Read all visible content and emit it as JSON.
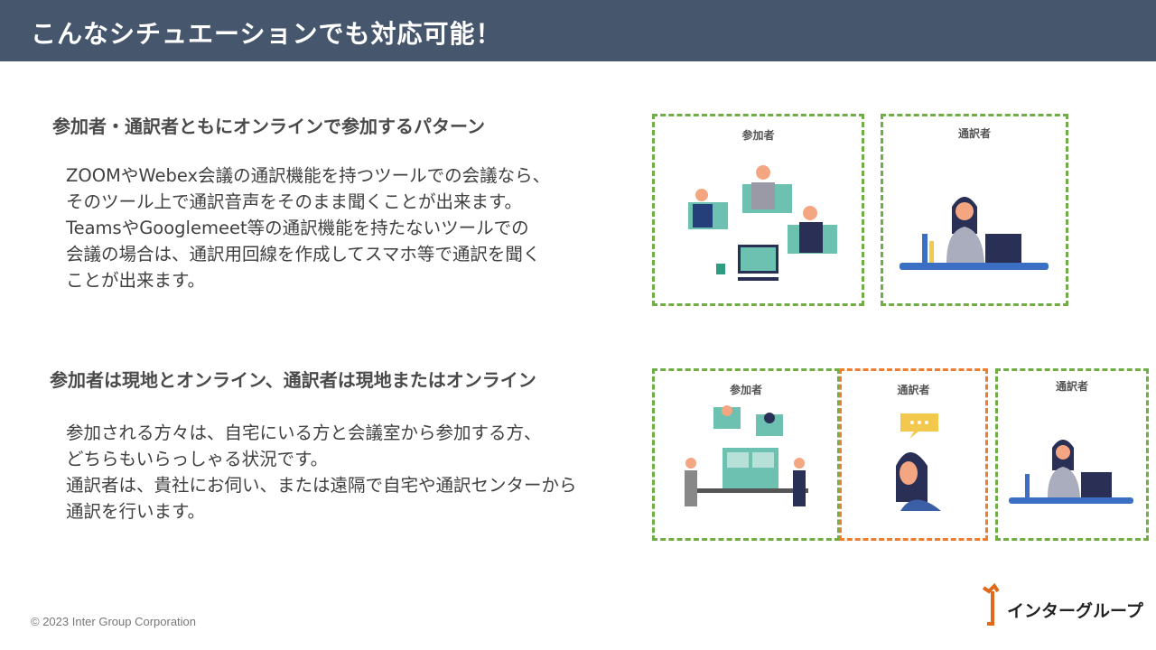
{
  "header": {
    "title": "こんなシチュエーションでも対応可能！"
  },
  "sections": [
    {
      "heading": "参加者・通訳者ともにオンラインで参加するパターン",
      "lines": [
        "ZOOMやWebex会議の通訳機能を持つツールでの会議なら、",
        "そのツール上で通訳音声をそのまま聞くことが出来ます。",
        "TeamsやGooglemeet等の通訳機能を持たないツールでの",
        "会議の場合は、通訳用回線を作成してスマホ等で通訳を聞く",
        "ことが出来ます。"
      ],
      "panels": [
        "参加者",
        "通訳者"
      ]
    },
    {
      "heading": "参加者は現地とオンライン、通訳者は現地またはオンライン",
      "lines": [
        "参加される方々は、自宅にいる方と会議室から参加する方、",
        "どちらもいらっしゃる状況です。",
        "通訳者は、貴社にお伺い、または遠隔で自宅や通訳センターから",
        "通訳を行います。"
      ],
      "panels": [
        "参加者",
        "通訳者",
        "通訳者"
      ]
    }
  ],
  "footer": {
    "copyright": "© 2023 Inter Group Corporation",
    "logo": "インターグループ"
  },
  "colors": {
    "header": "#46566c",
    "dash_green": "#70ad47",
    "dash_orange": "#ed7d31"
  }
}
